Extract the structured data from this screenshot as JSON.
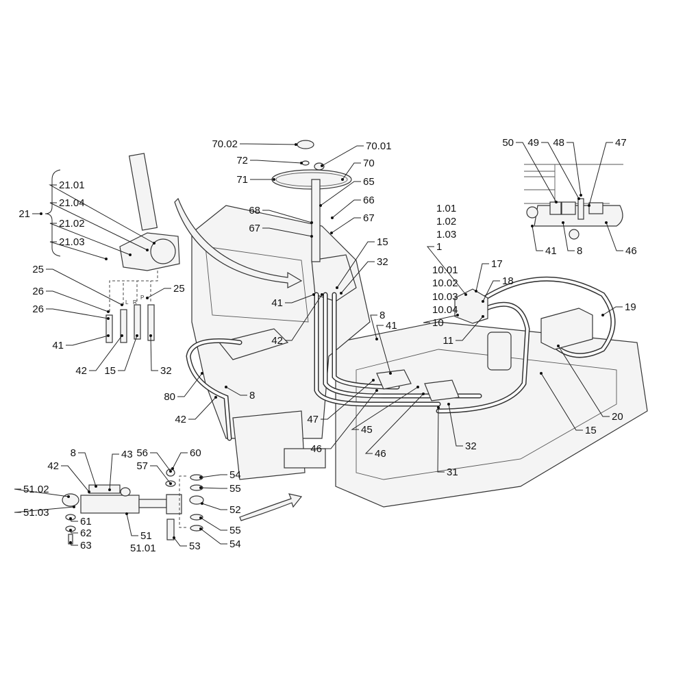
{
  "diagram": {
    "type": "exploded parts diagram",
    "callouts": [
      "70.02",
      "72",
      "71",
      "70.01",
      "70",
      "65",
      "66",
      "67",
      "68",
      "67",
      "15",
      "32",
      "41",
      "42",
      "21",
      "21.01",
      "21.04",
      "21.02",
      "21.03",
      "25",
      "25",
      "26",
      "26",
      "41",
      "42",
      "15",
      "32",
      "1.01",
      "1.02",
      "1.03",
      "1",
      "10.01",
      "10.02",
      "10.03",
      "10.04",
      "10",
      "17",
      "18",
      "19",
      "11",
      "8",
      "41",
      "47",
      "46",
      "45",
      "46",
      "32",
      "31",
      "15",
      "20",
      "80",
      "42",
      "8",
      "50",
      "49",
      "48",
      "47",
      "41",
      "8",
      "46",
      "8",
      "42",
      "43",
      "51.02",
      "51.03",
      "51",
      "51.01",
      "61",
      "62",
      "63",
      "56",
      "57",
      "60",
      "54",
      "55",
      "52",
      "55",
      "54",
      "53"
    ],
    "port_marks": [
      "L",
      "R",
      "P"
    ]
  }
}
